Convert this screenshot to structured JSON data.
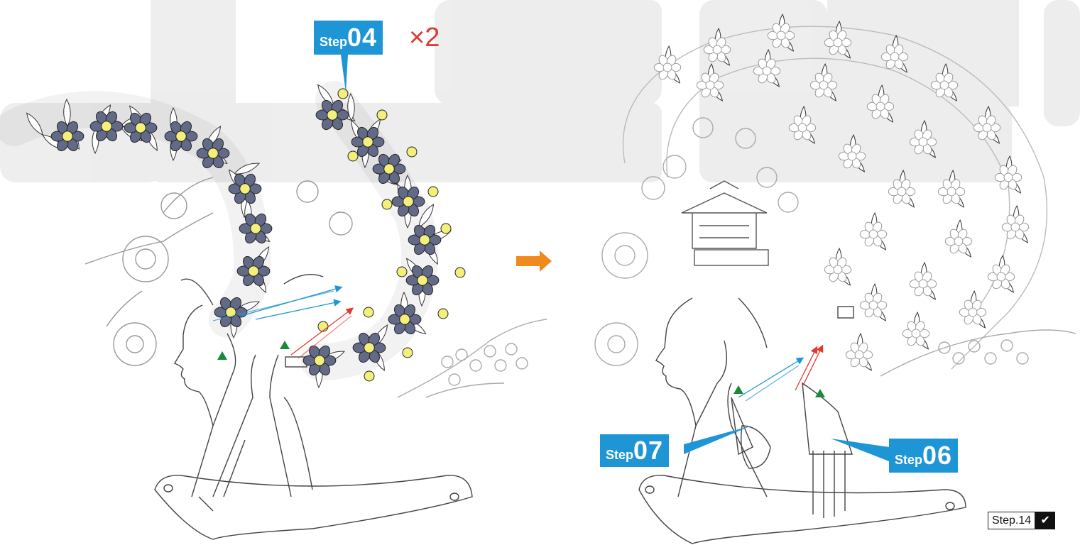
{
  "badges": {
    "step04": {
      "word": "Step",
      "num": "04",
      "multiplier": "×2"
    },
    "step07": {
      "word": "Step",
      "num": "07"
    },
    "step06": {
      "word": "Step",
      "num": "06"
    }
  },
  "footer": {
    "step_label": "Step.14",
    "check_icon": "checkmark-icon"
  },
  "colors": {
    "badge": "#1e96d6",
    "arrow_cyan": "#1e96d6",
    "arrow_red": "#e03a2f",
    "marker_green": "#1a8a3a",
    "flower_petal": "#626a88",
    "flower_center": "#f3ef7a",
    "transition_arrow": "#f08a1c",
    "gray_bands": "#eaeaea"
  }
}
